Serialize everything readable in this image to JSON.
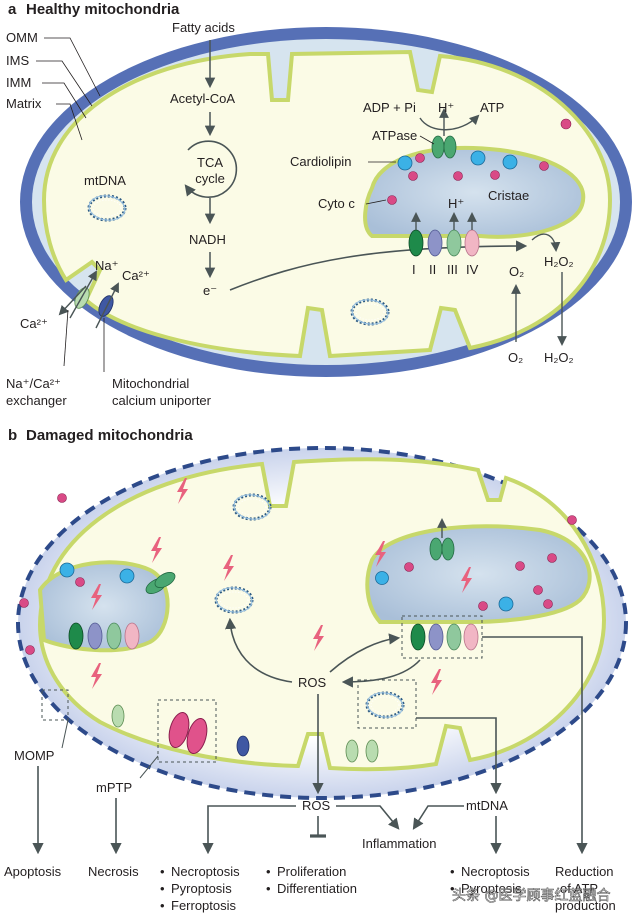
{
  "panel_a": {
    "letter": "a",
    "title": "Healthy mitochondria",
    "membranes": {
      "omm": "OMM",
      "ims": "IMS",
      "imm": "IMM",
      "matrix": "Matrix"
    },
    "pathway": {
      "fatty_acids": "Fatty acids",
      "acetyl_coa": "Acetyl-CoA",
      "tca_line1": "TCA",
      "tca_line2": "cycle",
      "nadh": "NADH",
      "electron": "e⁻"
    },
    "mtdna": "mtDNA",
    "atp_reaction": {
      "adp": "ADP + Pi",
      "h_plus": "H⁺",
      "atp": "ATP"
    },
    "atpase": "ATPase",
    "cardiolipin": "Cardiolipin",
    "cyto_c": "Cyto c",
    "cristae": "Cristae",
    "h_plus_complex": "H⁺",
    "complexes": [
      "I",
      "II",
      "III",
      "IV"
    ],
    "o2": "O₂",
    "h2o2": "H₂O₂",
    "o2_bottom": "O₂",
    "h2o2_bottom": "H₂O₂",
    "ions": {
      "na": "Na⁺",
      "ca_in": "Ca²⁺",
      "ca_out": "Ca²⁺"
    },
    "exchanger_line1": "Na⁺/Ca²⁺",
    "exchanger_line2": "exchanger",
    "uniporter_line1": "Mitochondrial",
    "uniporter_line2": "calcium uniporter"
  },
  "panel_b": {
    "letter": "b",
    "title": "Damaged mitochondria",
    "ros_center": "ROS",
    "ros_lower": "ROS",
    "momp": "MOMP",
    "mptp": "mPTP",
    "mtdna": "mtDNA",
    "inflammation": "Inflammation",
    "outcomes": {
      "apoptosis": "Apoptosis",
      "necrosis": "Necrosis",
      "ros_list": [
        "Necroptosis",
        "Pyroptosis",
        "Ferroptosis"
      ],
      "prolif_list": [
        "Proliferation",
        "Differentiation"
      ],
      "mtdna_list": [
        "Necroptosis",
        "Pyroptosis"
      ],
      "reduction_line1": "Reduction",
      "reduction_line2": "of ATP",
      "reduction_line3": "production"
    },
    "watermark": "头条 @医学顾事红蓝融合"
  },
  "colors": {
    "omm": "#5670b6",
    "ims": "#d6e4ef",
    "imm": "#c7d86a",
    "matrix": "#fbfbe6",
    "cristae_fill": "#b8cce0",
    "arrow": "#4a5556",
    "lightning": "#e8627e",
    "pink_dot": "#d94a86",
    "blue_dot": "#3bb1e6",
    "complex_I": "#1e8a4a",
    "complex_II": "#8d93c8",
    "complex_III": "#8fc89d",
    "complex_IV": "#f1b6c4"
  }
}
